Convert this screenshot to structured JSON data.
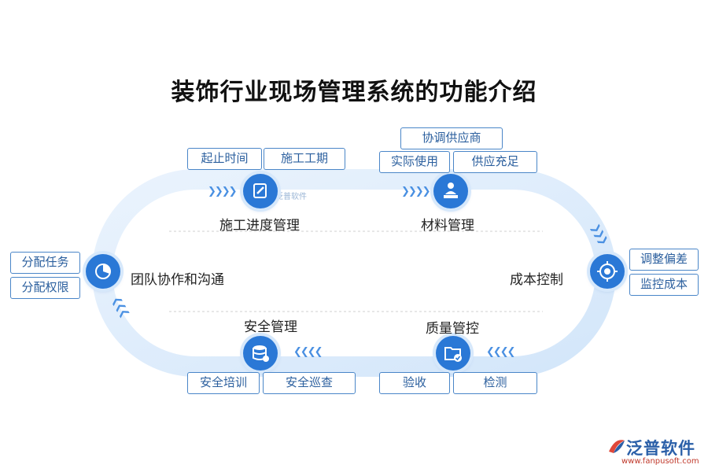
{
  "title": "装饰行业现场管理系统的功能介绍",
  "modules": [
    {
      "name": "施工进度管理",
      "icon": "edit-icon",
      "tags": [
        "起止时间",
        "施工工期"
      ]
    },
    {
      "name": "材料管理",
      "icon": "presenter-icon",
      "tags": [
        "协调供应商",
        "实际使用",
        "供应充足"
      ]
    },
    {
      "name": "成本控制",
      "icon": "target-icon",
      "tags": [
        "调整偏差",
        "监控成本"
      ]
    },
    {
      "name": "质量管控",
      "icon": "folder-check-icon",
      "tags": [
        "验收",
        "检测"
      ]
    },
    {
      "name": "安全管理",
      "icon": "database-icon",
      "tags": [
        "安全培训",
        "安全巡查"
      ]
    },
    {
      "name": "团队协作和沟通",
      "icon": "pie-chart-icon",
      "tags": [
        "分配任务",
        "分配权限"
      ]
    }
  ],
  "watermark": "泛普软件",
  "logo": {
    "name": "泛普软件",
    "url": "www.fanpusoft.com"
  },
  "colors": {
    "track": "#dbeafb",
    "node": "#2a78d6",
    "tag_border": "#4a86c8",
    "tag_text": "#2b5f9e"
  }
}
